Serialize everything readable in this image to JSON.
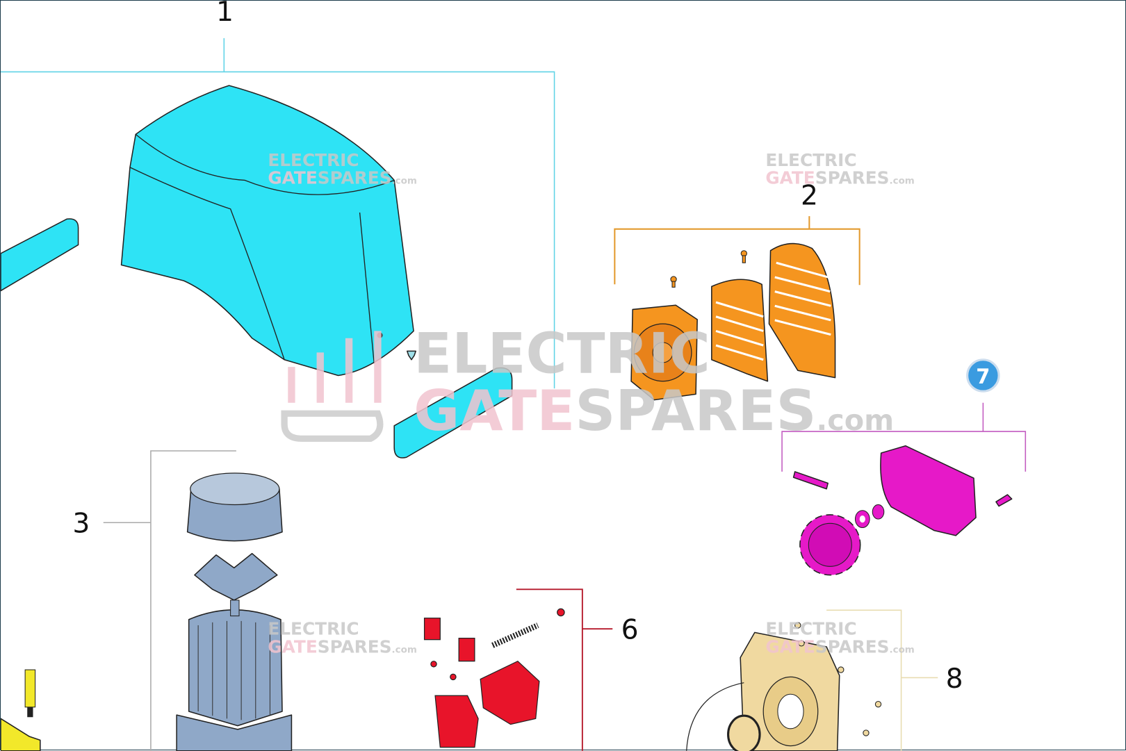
{
  "diagram": {
    "title": "Exploded parts diagram",
    "callouts": {
      "c1": "1",
      "c2": "2",
      "c3": "3",
      "c6": "6",
      "c7": "7",
      "c8": "8"
    },
    "watermark": {
      "line1": "ELECTRIC",
      "line2a": "GATE",
      "line2b": "SPARES",
      "suffix": ".com"
    },
    "colors": {
      "cover": "#2ee3f5",
      "fan": "#f5951f",
      "gear": "#e619c8",
      "motor": "#8fa8c8",
      "bracket": "#e8142a",
      "flange": "#f0d9a0",
      "bolt": "#f2e82a",
      "badge": "#3a9be0"
    }
  }
}
